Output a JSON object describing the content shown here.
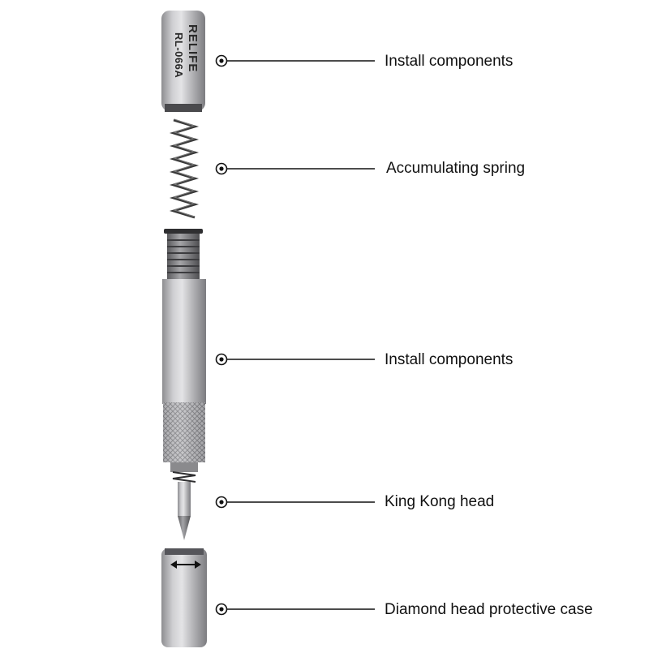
{
  "product": {
    "brand": "RELIFE",
    "model": "RL-066A"
  },
  "callouts": [
    {
      "id": "install-components-top",
      "label": "Install components"
    },
    {
      "id": "accumulating-spring",
      "label": "Accumulating spring"
    },
    {
      "id": "install-components-body",
      "label": "Install components"
    },
    {
      "id": "king-kong-head",
      "label": "King Kong head"
    },
    {
      "id": "diamond-head-protective-case",
      "label": "Diamond head protective case"
    }
  ],
  "colors": {
    "metal_light": "#d9d9db",
    "metal_mid": "#a9a9ac",
    "metal_dark": "#6f6f72",
    "spring": "#3a3a3a",
    "line": "#111111"
  },
  "icons": {
    "callout_marker": "circled-dot-icon",
    "direction_arrow": "double-arrow-icon"
  }
}
